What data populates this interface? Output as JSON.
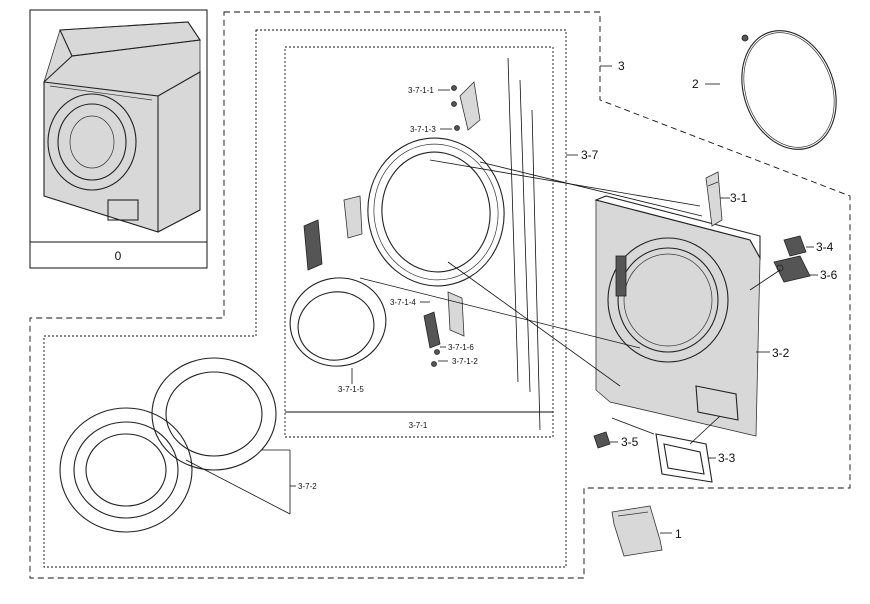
{
  "callouts": {
    "c0": "0",
    "c1": "1",
    "c2": "2",
    "c3": "3",
    "c3_1": "3-1",
    "c3_2": "3-2",
    "c3_3": "3-3",
    "c3_4": "3-4",
    "c3_5": "3-5",
    "c3_6": "3-6",
    "c3_7": "3-7",
    "c3_7_1": "3-7-1",
    "c3_7_2": "3-7-2",
    "c3_7_1_1": "3-7-1-1",
    "c3_7_1_2": "3-7-1-2",
    "c3_7_1_3": "3-7-1-3",
    "c3_7_1_4": "3-7-1-4",
    "c3_7_1_5": "3-7-1-5",
    "c3_7_1_6": "3-7-1-6"
  }
}
